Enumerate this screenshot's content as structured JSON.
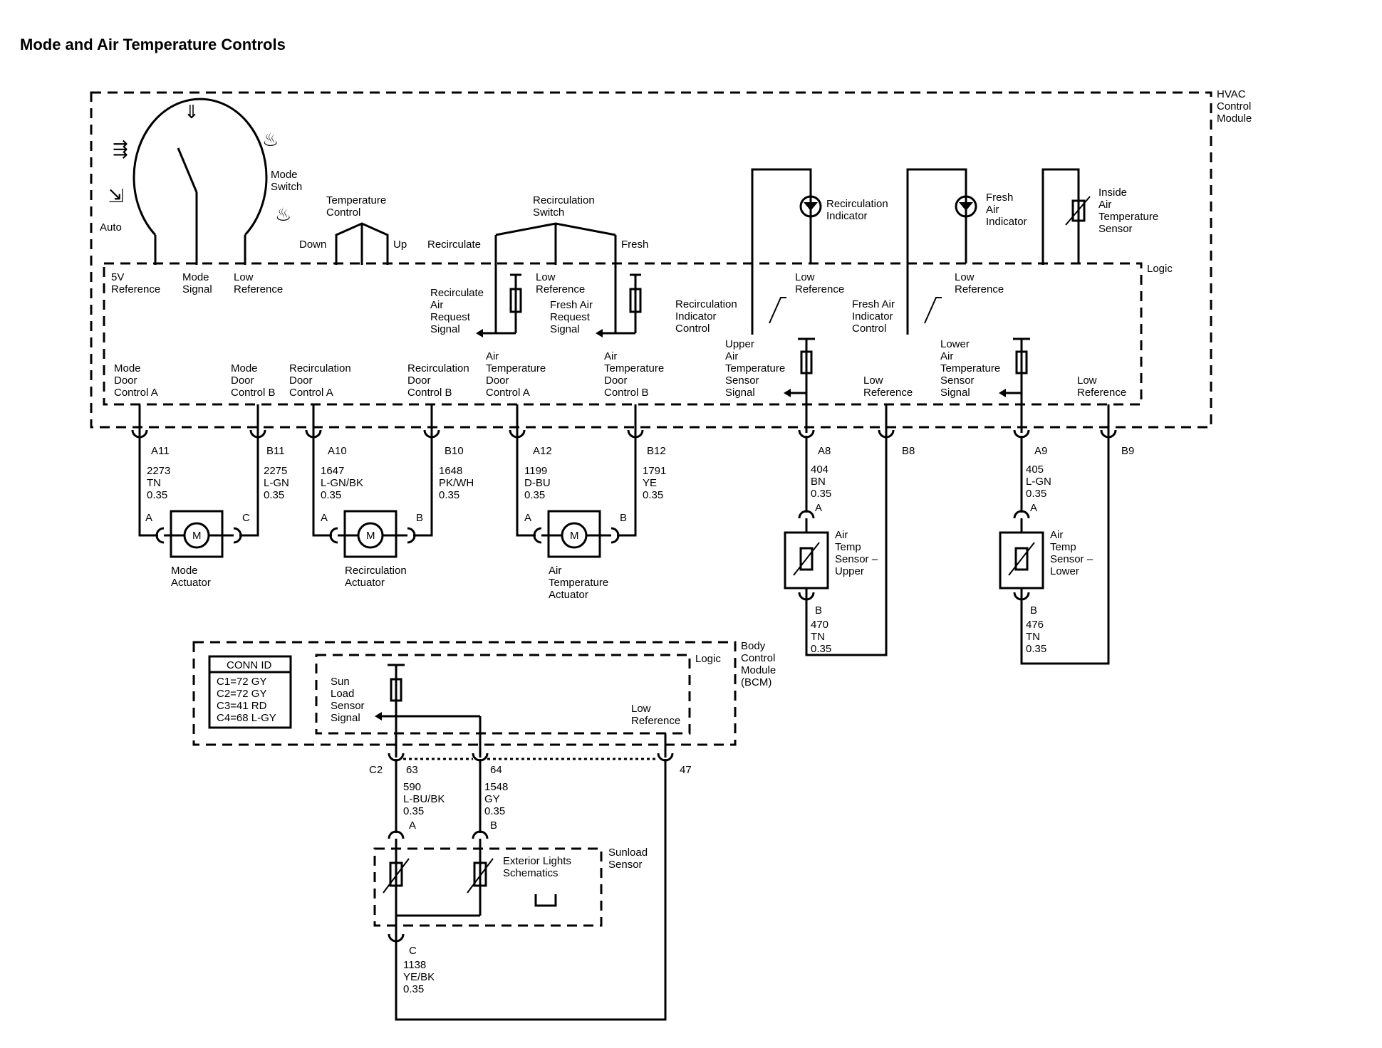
{
  "title": "Mode and Air Temperature Controls",
  "hvac": {
    "module": [
      "HVAC",
      "Control",
      "Module"
    ],
    "logic": "Logic",
    "mode_switch": [
      "Mode",
      "Switch"
    ],
    "auto": "Auto",
    "temperature_control": [
      "Temperature",
      "Control"
    ],
    "down": "Down",
    "up": "Up",
    "recirc_switch": [
      "Recirculation",
      "Switch"
    ],
    "recirculate": "Recirculate",
    "fresh": "Fresh",
    "recirc_indicator": [
      "Recirculation",
      "Indicator"
    ],
    "fresh_indicator": [
      "Fresh",
      "Air",
      "Indicator"
    ],
    "inside_sensor": [
      "Inside",
      "Air",
      "Temperature",
      "Sensor"
    ],
    "ref_5v": [
      "5V",
      "Reference"
    ],
    "mode_signal": [
      "Mode",
      "Signal"
    ],
    "low_ref": [
      "Low",
      "Reference"
    ],
    "recirc_req": [
      "Recirculate",
      "Air",
      "Request",
      "Signal"
    ],
    "fresh_req": [
      "Fresh Air",
      "Request",
      "Signal"
    ],
    "recirc_ind_ctl": [
      "Recirculation",
      "Indicator",
      "Control"
    ],
    "fresh_ind_ctl": [
      "Fresh Air",
      "Indicator",
      "Control"
    ],
    "upper_signal": [
      "Upper",
      "Air",
      "Temperature",
      "Sensor",
      "Signal"
    ],
    "lower_signal": [
      "Lower",
      "Air",
      "Temperature",
      "Sensor",
      "Signal"
    ],
    "door_labels": [
      [
        "Mode",
        "Door",
        "Control A"
      ],
      [
        "Mode",
        "Door",
        "Control B"
      ],
      [
        "Recirculation",
        "Door",
        "Control A"
      ],
      [
        "Recirculation",
        "Door",
        "Control B"
      ],
      [
        "Air",
        "Temperature",
        "Door",
        "Control A"
      ],
      [
        "Air",
        "Temperature",
        "Door",
        "Control B"
      ]
    ],
    "pins": [
      "A11",
      "B11",
      "A10",
      "B10",
      "A12",
      "B12",
      "A8",
      "B8",
      "A9",
      "B9"
    ]
  },
  "wires": [
    [
      "2273",
      "TN",
      "0.35"
    ],
    [
      "2275",
      "L-GN",
      "0.35"
    ],
    [
      "1647",
      "L-GN/BK",
      "0.35"
    ],
    [
      "1648",
      "PK/WH",
      "0.35"
    ],
    [
      "1199",
      "D-BU",
      "0.35"
    ],
    [
      "1791",
      "YE",
      "0.35"
    ],
    [
      "404",
      "BN",
      "0.35"
    ],
    [
      "405",
      "L-GN",
      "0.35"
    ],
    [
      "470",
      "TN",
      "0.35"
    ],
    [
      "476",
      "TN",
      "0.35"
    ],
    [
      "590",
      "L-BU/BK",
      "0.35"
    ],
    [
      "1548",
      "GY",
      "0.35"
    ],
    [
      "1138",
      "YE/BK",
      "0.35"
    ]
  ],
  "actuators": {
    "motor": "M",
    "mode": [
      "Mode",
      "Actuator"
    ],
    "recirc": [
      "Recirculation",
      "Actuator"
    ],
    "air_temp": [
      "Air",
      "Temperature",
      "Actuator"
    ],
    "pin_a": "A",
    "pin_b": "B",
    "pin_c": "C"
  },
  "sensors": {
    "upper": [
      "Air",
      "Temp",
      "Sensor –",
      "Upper"
    ],
    "lower": [
      "Air",
      "Temp",
      "Sensor –",
      "Lower"
    ],
    "sunload": [
      "Sunload",
      "Sensor"
    ],
    "ext_lights": [
      "Exterior Lights",
      "Schematics"
    ]
  },
  "bcm": {
    "module": [
      "Body",
      "Control",
      "Module",
      "(BCM)"
    ],
    "logic": "Logic",
    "conn_title": "CONN ID",
    "conn": [
      "C1=72 GY",
      "C2=72 GY",
      "C3=41 RD",
      "C4=68 L-GY"
    ],
    "sun_signal": [
      "Sun",
      "Load",
      "Sensor",
      "Signal"
    ],
    "low_ref": [
      "Low",
      "Reference"
    ],
    "c2": "C2",
    "pins": [
      "63",
      "64",
      "47"
    ]
  }
}
